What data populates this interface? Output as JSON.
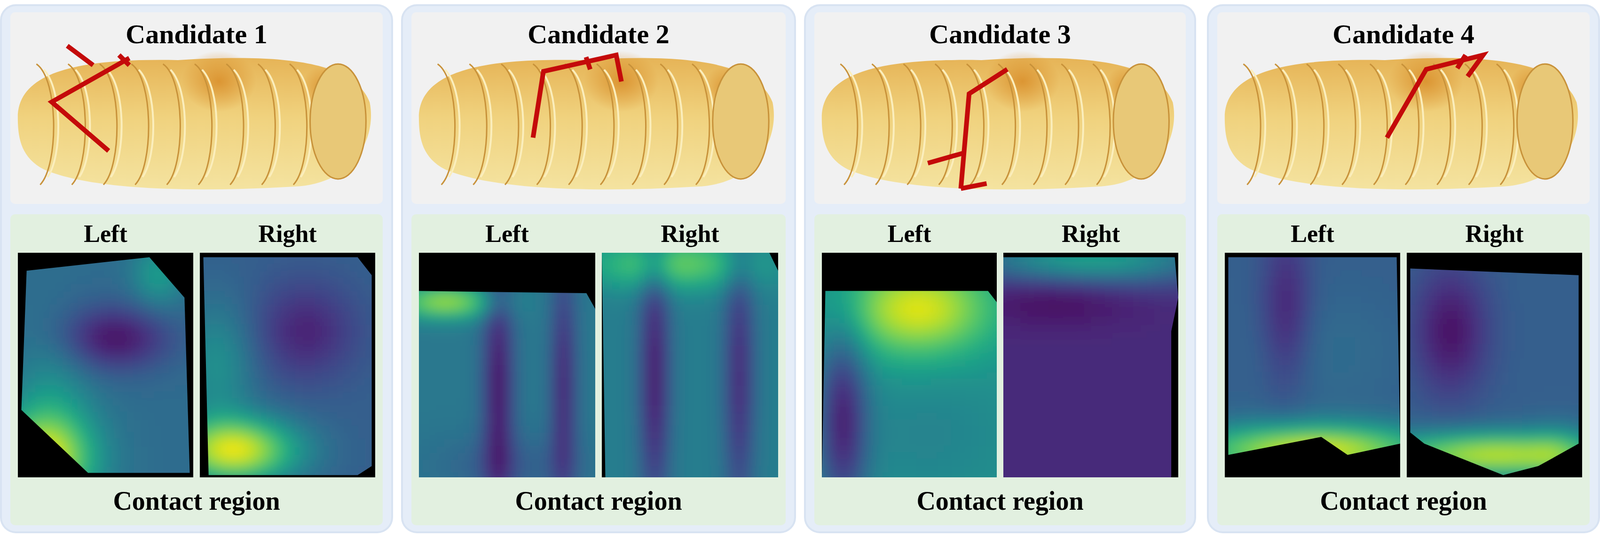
{
  "diagram": {
    "nodes": [
      {
        "text": [
          "Candidate 1"
        ]
      },
      {
        "text": [
          "Left",
          "Right",
          "Contact region"
        ]
      },
      {
        "text": [
          "Candidate 2"
        ]
      },
      {
        "text": [
          "Left",
          "Right",
          "Contact region"
        ]
      },
      {
        "text": [
          "Candidate 3"
        ]
      },
      {
        "text": [
          "Left",
          "Right",
          "Contact region"
        ]
      },
      {
        "text": [
          "Candidate 4"
        ]
      },
      {
        "text": [
          "Left",
          "Right",
          "Contact region"
        ]
      }
    ]
  }
}
